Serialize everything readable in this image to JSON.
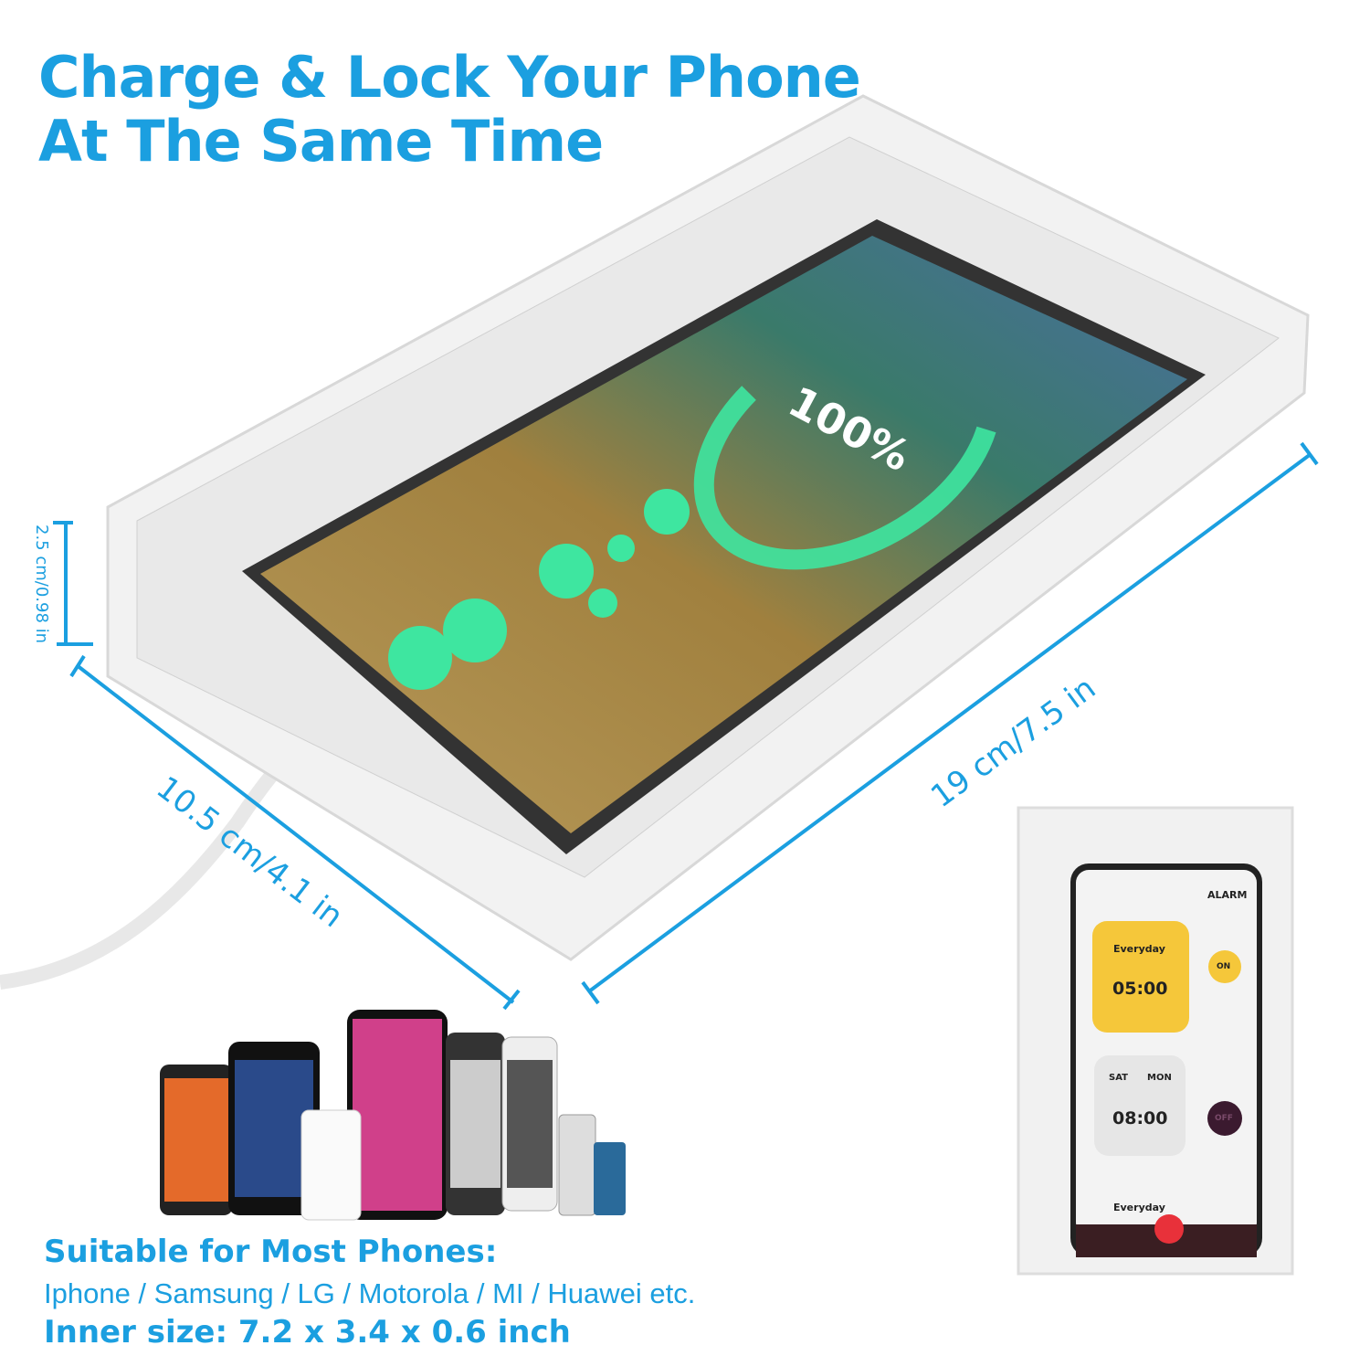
{
  "headline": {
    "line1": "Charge & Lock Your Phone",
    "line2": "At The Same Time"
  },
  "dimensions": {
    "height": "2.5 cm/0.98 in",
    "width": "10.5 cm/4.1 in",
    "length": "19 cm/7.5 in"
  },
  "phone_screen": {
    "battery": "100%"
  },
  "alarm_app": {
    "header": "ALARM",
    "alarm1_days": "Everyday",
    "alarm1_time": "05:00",
    "alarm1_toggle": "ON",
    "alarm2_days_1": "SAT",
    "alarm2_days_2": "MON",
    "alarm2_time": "08:00",
    "alarm2_toggle": "OFF",
    "alarm3_days": "Everyday"
  },
  "compatibility": {
    "heading": "Suitable for Most Phones:",
    "brands": "Iphone / Samsung / LG / Motorola / MI / Huawei etc.",
    "inner_size": "Inner size: 7.2 x 3.4 x 0.6 inch"
  },
  "colors": {
    "accent": "#1b9fe0",
    "charge_green": "#3ee6a0",
    "alarm_yellow": "#f5c73a"
  }
}
